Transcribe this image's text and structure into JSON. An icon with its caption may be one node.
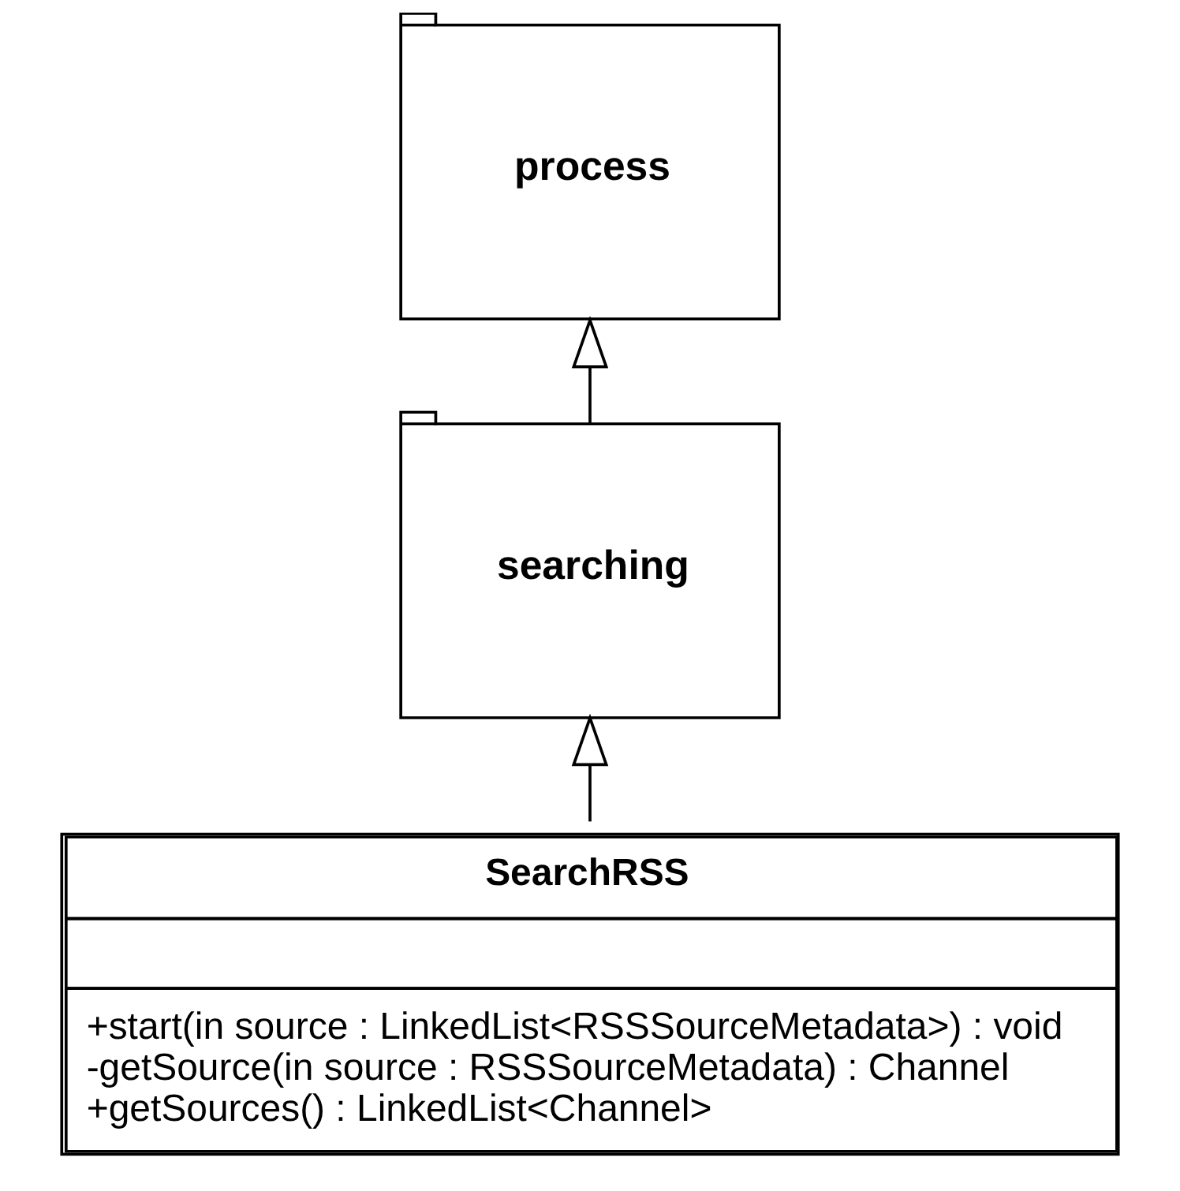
{
  "diagram": {
    "nodes": [
      {
        "text": [
          "process"
        ]
      },
      {
        "text": [
          "searching"
        ]
      },
      {
        "text": [
          "SearchRSS",
          "+start(in source : LinkedList<RSSSourceMetadata>) : void",
          "-getSource(in source : RSSSourceMetadata) : Channel",
          "+getSources() : LinkedList<Channel>"
        ]
      }
    ],
    "edges": [
      {
        "from": 1,
        "to": 0,
        "arrow": "to"
      },
      {
        "from": 2,
        "to": 1,
        "arrow": "to"
      }
    ]
  }
}
